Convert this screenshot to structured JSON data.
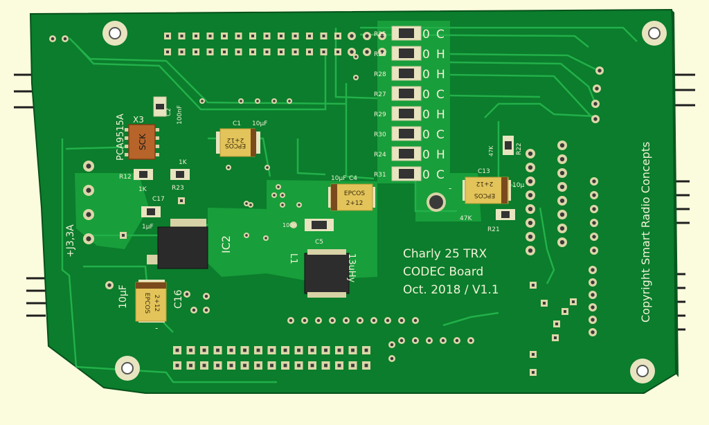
{
  "board": {
    "title_line1": "Charly 25 TRX",
    "title_line2": "CODEC Board",
    "title_line3": "Oct. 2018 / V1.1",
    "copyright": "Copyright Smart Radio Concepts",
    "power_label": "+J3,3A",
    "colors": {
      "background": "#fbfbdd",
      "board": "#0b7d2c",
      "copper": "#189e3b",
      "pad": "#dcd7a8",
      "silk": "#f2f2d8",
      "capacitor": "#e3c45a",
      "ic": "#2a2a2a"
    }
  },
  "resistor_bank": [
    {
      "ref": "R25",
      "value": "0",
      "tag": "C"
    },
    {
      "ref": "R26",
      "value": "0",
      "tag": "H"
    },
    {
      "ref": "R28",
      "value": "0",
      "tag": "H"
    },
    {
      "ref": "R27",
      "value": "0",
      "tag": "C"
    },
    {
      "ref": "R29",
      "value": "0",
      "tag": "H"
    },
    {
      "ref": "R30",
      "value": "0",
      "tag": "C"
    },
    {
      "ref": "R24",
      "value": "0",
      "tag": "H"
    },
    {
      "ref": "R31",
      "value": "0",
      "tag": "C"
    }
  ],
  "components": {
    "x3": {
      "ref": "X3",
      "part": "PCA9515A",
      "chip_text": "SCK"
    },
    "c2": {
      "ref": "C2",
      "value": "100nF"
    },
    "c1": {
      "ref": "C1",
      "value": "10µF",
      "brand": "EPCOS",
      "code": "2+12"
    },
    "c4": {
      "ref": "C4",
      "value": "10µF",
      "brand": "EPCOS",
      "code": "2+12"
    },
    "c13": {
      "ref": "C13",
      "value": "10µ",
      "brand": "EPCOS",
      "code": "2+12"
    },
    "c16": {
      "ref": "C16",
      "value": "10µF",
      "brand": "EPCOS",
      "code": "2+12"
    },
    "c17": {
      "ref": "C17",
      "value": "1µF"
    },
    "c5": {
      "ref": "C5",
      "value": "100n"
    },
    "r12": {
      "ref": "R12",
      "value": "1K"
    },
    "r23": {
      "ref": "R23",
      "value": "1K"
    },
    "r21": {
      "ref": "R21",
      "value": "47K"
    },
    "r22": {
      "ref": "R22",
      "value": "47K"
    },
    "ic2": {
      "ref": "IC2"
    },
    "l1": {
      "ref": "L1",
      "value": "13uHy"
    }
  }
}
